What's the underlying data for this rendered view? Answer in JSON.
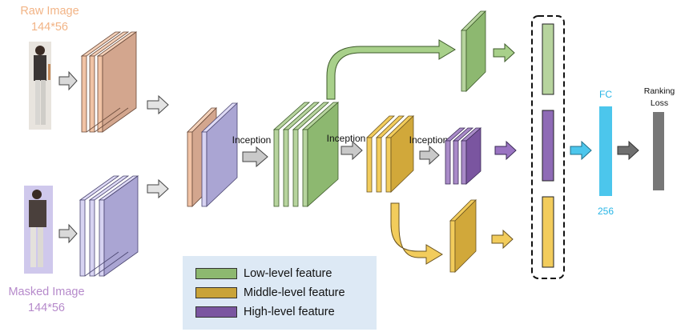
{
  "inputs": {
    "raw_title": "Raw Image",
    "raw_size": "144*56",
    "masked_title": "Masked Image",
    "masked_size": "144*56"
  },
  "labels": {
    "inception_1": "Inception",
    "inception_2": "Inception",
    "inception_3": "Inception",
    "fc": "FC",
    "fc_dim": "256",
    "ranking_line1": "Ranking",
    "ranking_line2": "Loss"
  },
  "legend": [
    {
      "label": "Low-level feature",
      "color": "#8db870"
    },
    {
      "label": "Middle-level feature",
      "color": "#c9a338"
    },
    {
      "label": "High-level feature",
      "color": "#7a55a0"
    }
  ],
  "colors": {
    "raw_text": "#f2b486",
    "masked_text": "#b68acb",
    "raw_block": "#d3a68e",
    "raw_block_front": "#f1c3a5",
    "masked_block": "#aaa5d3",
    "masked_block_front": "#d7d3f2",
    "low": "#8db870",
    "low_side": "#b7d49e",
    "mid": "#d1a83a",
    "mid_side": "#f2cc5c",
    "high": "#7a55a0",
    "high_side": "#a98bc8",
    "fc": "#4cc6ec",
    "loss": "#777777",
    "arrow_grey": "#c9c9c9",
    "arrow_green": "#a8d08a",
    "arrow_yellow": "#f2cc5c",
    "arrow_purple": "#9a74c2",
    "arrow_cyan": "#4cc6ec",
    "arrow_dark": "#6f6f6f"
  }
}
